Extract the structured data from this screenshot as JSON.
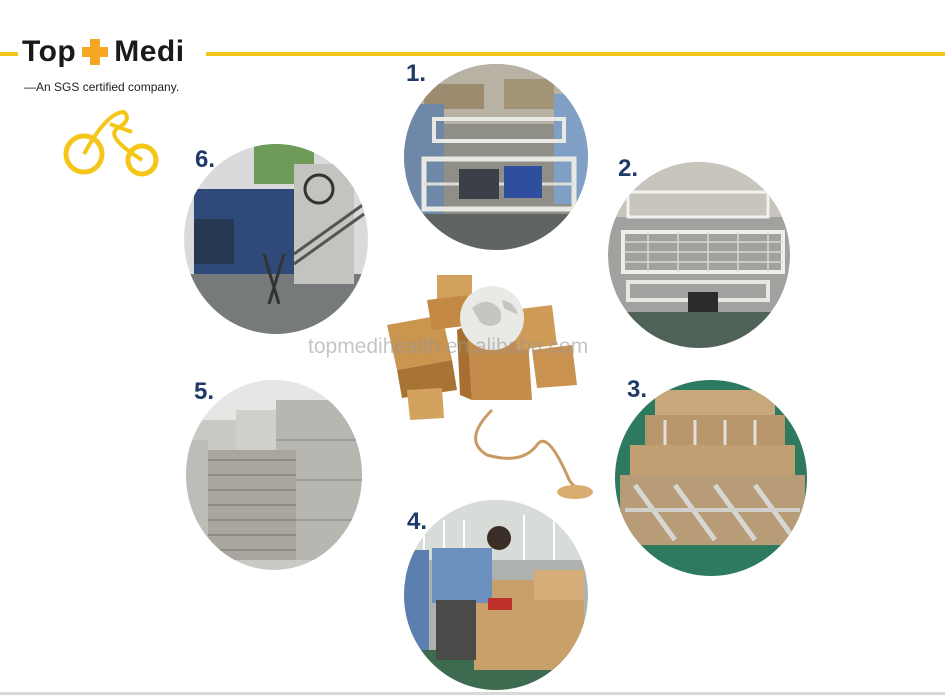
{
  "brand": {
    "word_left": "Top",
    "word_right": "Medi",
    "tagline": "—An SGS certified company.",
    "accent_color": "#f5c518",
    "cross_color": "#f5a623"
  },
  "watermark": "topmedihealth.en.alibaba.com",
  "steps": [
    {
      "label": "1.",
      "icon": "factory-bed-frames-photo"
    },
    {
      "label": "2.",
      "icon": "bed-frames-assembly-photo"
    },
    {
      "label": "3.",
      "icon": "frames-packed-in-boxes-photo"
    },
    {
      "label": "4.",
      "icon": "worker-strapping-box-photo"
    },
    {
      "label": "5.",
      "icon": "stacked-cartons-photo"
    },
    {
      "label": "6.",
      "icon": "container-loading-photo"
    }
  ],
  "center_graphic": "shipping-boxes-globe-icon",
  "step_number_color": "#1f3a68"
}
